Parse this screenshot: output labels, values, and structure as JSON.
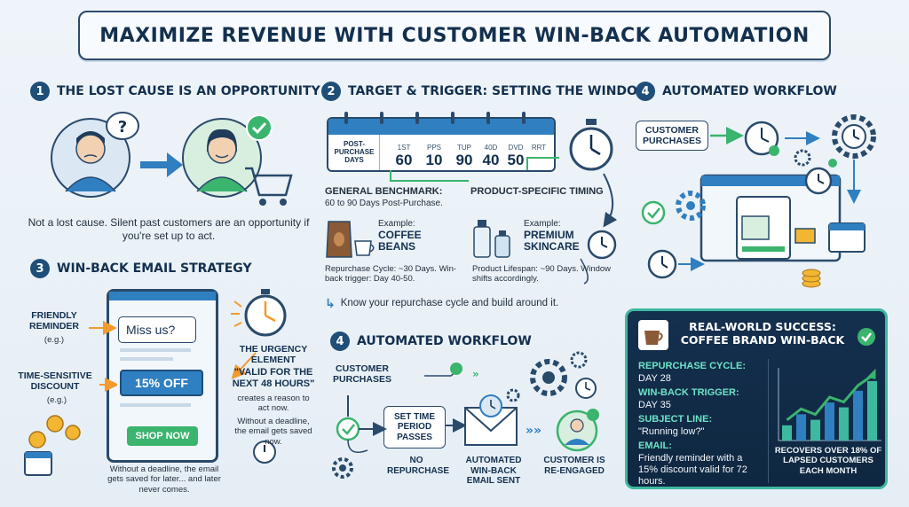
{
  "title": "MAXIMIZE REVENUE WITH CUSTOMER WIN-BACK AUTOMATION",
  "s1": {
    "num": "1",
    "title": "THE LOST CAUSE IS AN OPPORTUNITY",
    "text": "Not a lost cause. Silent past customers are an opportunity if you're set up to act."
  },
  "s2": {
    "num": "2",
    "title": "TARGET & TRIGGER: SETTING THE WINDOW",
    "calendar": {
      "row_label": "POST-PURCHASE DAYS",
      "cells": [
        {
          "lbl": "1ST",
          "val": "60"
        },
        {
          "lbl": "PPS",
          "val": "10"
        },
        {
          "lbl": "TUP",
          "val": "90"
        },
        {
          "lbl": "40D",
          "val": "40"
        },
        {
          "lbl": "DVD",
          "val": "50"
        },
        {
          "lbl": "RRT",
          "val": ""
        }
      ]
    },
    "benchmark_title": "GENERAL BENCHMARK:",
    "benchmark_text": "60 to 90 Days Post-Purchase.",
    "example1_label": "Example:",
    "example1_name": "COFFEE BEANS",
    "example1_text": "Repurchase Cycle: ~30 Days. Win-back trigger: Day 40-50.",
    "specific_title": "PRODUCT-SPECIFIC TIMING",
    "example2_label": "Example:",
    "example2_name": "PREMIUM SKINCARE",
    "example2_text": "Product Lifespan: ~90 Days. Window shifts accordingly.",
    "tip": "Know your repurchase cycle and build around it."
  },
  "s3": {
    "num": "3",
    "title": "WIN-BACK EMAIL STRATEGY",
    "friendly": "FRIENDLY REMINDER",
    "eg1": "(e.g.)",
    "time_sensitive": "TIME-SENSITIVE DISCOUNT",
    "eg2": "(e.g.)",
    "miss_us": "Miss us?",
    "discount_btn": "15% OFF",
    "shop_btn": "SHOP NOW",
    "urgency_title": "THE URGENCY ELEMENT",
    "urgency_quote": "\"VALID FOR THE NEXT 48 HOURS\"",
    "urgency_text1": "creates a reason to act now.",
    "urgency_text2": "Without a deadline, the email gets saved now.",
    "bottom_text": "Without a deadline, the email gets saved for later... and later never comes."
  },
  "s4top": {
    "num": "4",
    "title": "AUTOMATED WORKFLOW",
    "purchases": "CUSTOMER PURCHASES"
  },
  "s4": {
    "num": "4",
    "title": "AUTOMATED WORKFLOW",
    "purchases": "CUSTOMER PURCHASES",
    "time_passes": "SET TIME PERIOD PASSES",
    "no_repurchase": "NO REPURCHASE",
    "email_sent": "AUTOMATED WIN-BACK EMAIL SENT",
    "reengaged": "CUSTOMER IS RE-ENGAGED"
  },
  "success": {
    "title": "REAL-WORLD SUCCESS: COFFEE BRAND WIN-BACK",
    "cycle_label": "REPURCHASE CYCLE:",
    "cycle_value": "DAY 28",
    "trigger_label": "WIN-BACK TRIGGER:",
    "trigger_value": "DAY 35",
    "subject_label": "SUBJECT LINE:",
    "subject_value": "\"Running low?\"",
    "email_label": "EMAIL:",
    "email_value": "Friendly reminder with a 15% discount valid for 72 hours.",
    "result": "RECOVERS OVER 18% OF LAPSED CUSTOMERS EACH MONTH",
    "bars": [
      0.22,
      0.38,
      0.3,
      0.55,
      0.48,
      0.72,
      0.86
    ]
  },
  "colors": {
    "navy": "#14304f",
    "green": "#3bb46e",
    "orange": "#f29a2e",
    "teal": "#3fb8a0",
    "blue": "#2f7fc1"
  }
}
